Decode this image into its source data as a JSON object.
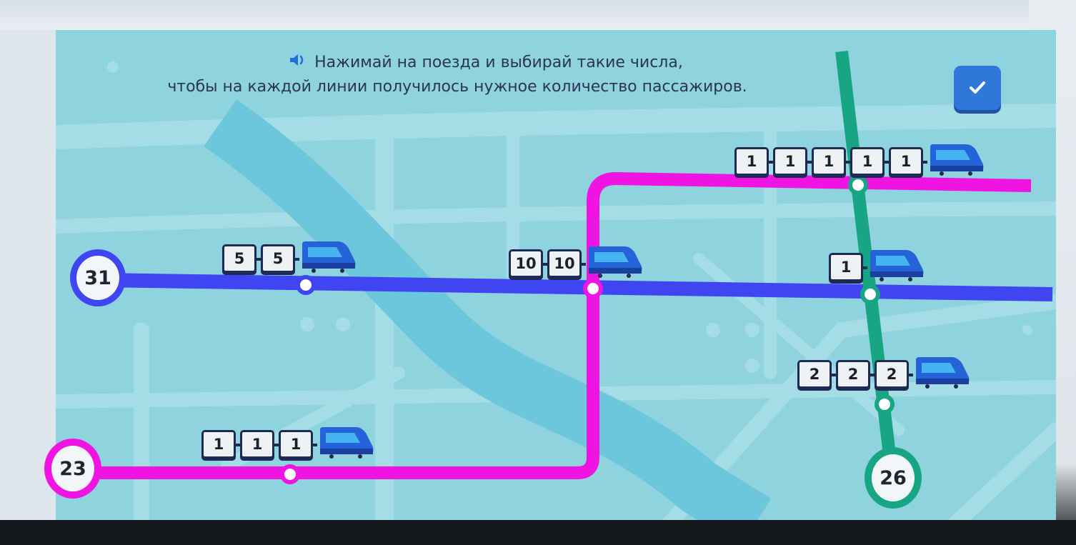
{
  "instructions": {
    "line1": "Нажимай на поезда и выбирай такие числа,",
    "line2": "чтобы на каждой линии получилось нужное количество пассажиров.",
    "speaker_icon": "speaker-icon"
  },
  "check_button": {
    "icon": "checkmark-icon",
    "color": "#2f77d8"
  },
  "lines": {
    "blue": {
      "color": "#3f45f0",
      "target": "31"
    },
    "pink": {
      "color": "#f014e2",
      "target": "23"
    },
    "green": {
      "color": "#18a583",
      "target": "26"
    }
  },
  "trains": {
    "blue_1": {
      "wagons": [
        "5",
        "5"
      ]
    },
    "blue_2": {
      "wagons": [
        "10",
        "10"
      ]
    },
    "blue_3": {
      "wagons": [
        "1"
      ]
    },
    "pink_1": {
      "wagons": [
        "1",
        "1",
        "1"
      ]
    },
    "pink_top": {
      "wagons": [
        "1",
        "1",
        "1",
        "1",
        "1"
      ]
    },
    "green_1": {
      "wagons": [
        "2",
        "2",
        "2"
      ]
    }
  }
}
